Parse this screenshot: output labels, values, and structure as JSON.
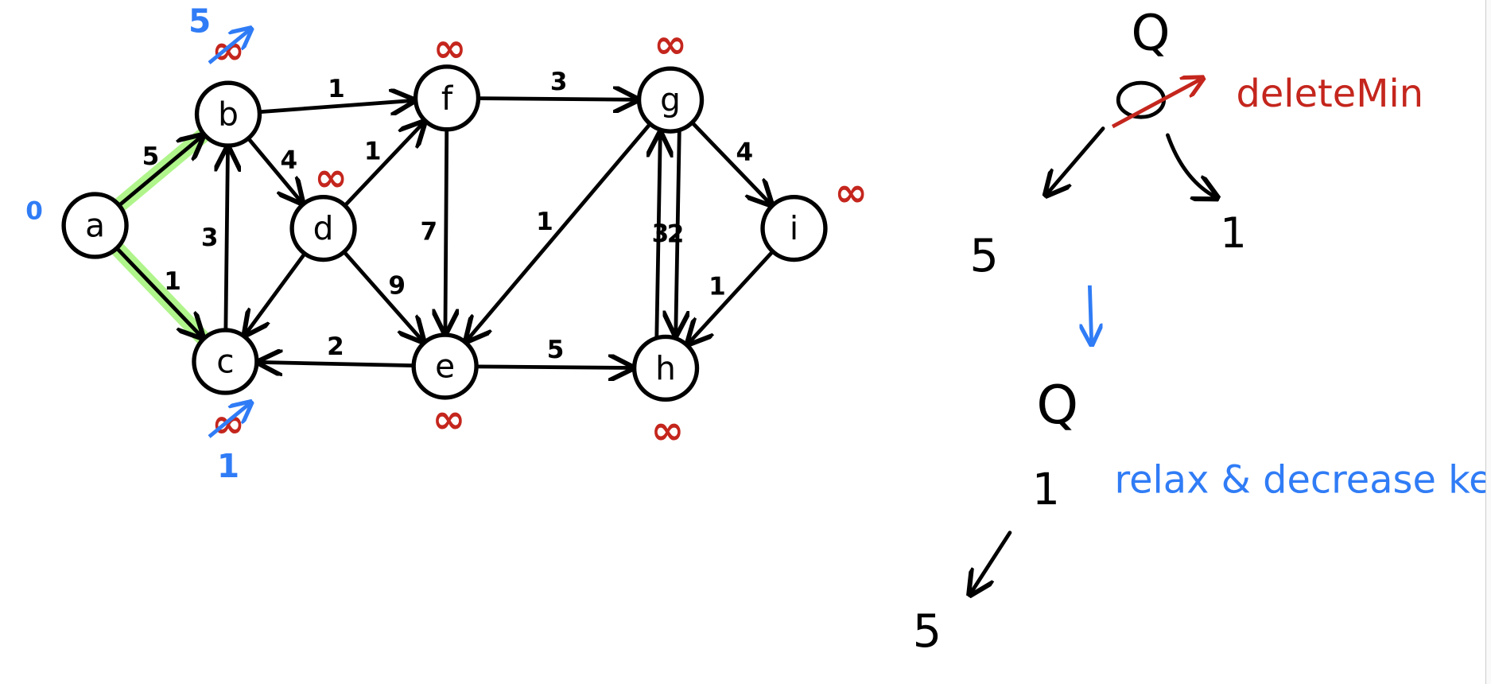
{
  "graph": {
    "nodes": [
      {
        "id": "a",
        "label": "a",
        "dist": "0",
        "dist_color": "blue"
      },
      {
        "id": "b",
        "label": "b",
        "dist": "∞",
        "updated": "5"
      },
      {
        "id": "c",
        "label": "c",
        "dist": "∞",
        "updated": "1"
      },
      {
        "id": "d",
        "label": "d",
        "dist": "∞"
      },
      {
        "id": "e",
        "label": "e",
        "dist": "∞"
      },
      {
        "id": "f",
        "label": "f",
        "dist": "∞"
      },
      {
        "id": "g",
        "label": "g",
        "dist": "∞"
      },
      {
        "id": "h",
        "label": "h",
        "dist": "∞"
      },
      {
        "id": "i",
        "label": "i",
        "dist": "∞"
      }
    ],
    "edges": [
      {
        "from": "a",
        "to": "b",
        "weight": "5",
        "highlighted": true
      },
      {
        "from": "a",
        "to": "c",
        "weight": "1",
        "highlighted": true
      },
      {
        "from": "b",
        "to": "f",
        "weight": "1"
      },
      {
        "from": "b",
        "to": "d",
        "weight": "4"
      },
      {
        "from": "c",
        "to": "b",
        "weight": "3"
      },
      {
        "from": "d",
        "to": "c",
        "weight": ""
      },
      {
        "from": "d",
        "to": "f",
        "weight": "1"
      },
      {
        "from": "d",
        "to": "e",
        "weight": "9"
      },
      {
        "from": "f",
        "to": "e",
        "weight": "7"
      },
      {
        "from": "f",
        "to": "g",
        "weight": "3"
      },
      {
        "from": "e",
        "to": "c",
        "weight": "2"
      },
      {
        "from": "e",
        "to": "h",
        "weight": "5"
      },
      {
        "from": "g",
        "to": "e",
        "weight": "1"
      },
      {
        "from": "h",
        "to": "g",
        "weight": "2"
      },
      {
        "from": "g",
        "to": "h",
        "weight": "3"
      },
      {
        "from": "g",
        "to": "i",
        "weight": "4"
      },
      {
        "from": "i",
        "to": "h",
        "weight": "1"
      }
    ]
  },
  "queue": {
    "q1_label": "Q",
    "delete_min_label": "deleteMin",
    "left_child": "5",
    "right_child": "1",
    "q2_label": "Q",
    "q2_root": "1",
    "q2_child": "5",
    "relax_label": "relax & decrease key"
  },
  "colors": {
    "red": "#c4261d",
    "blue": "#2f7cf6",
    "highlight": "#a8f57f"
  }
}
